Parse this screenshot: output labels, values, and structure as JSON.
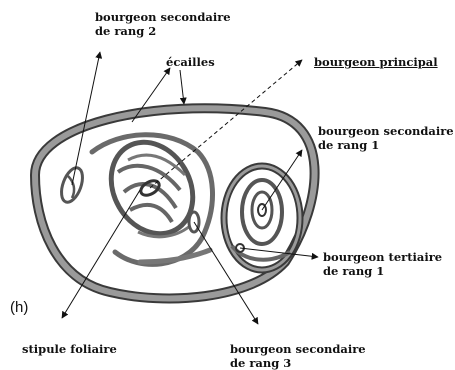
{
  "figure": {
    "panel_letter": "(h)",
    "labels": {
      "secondary_bud_rank2": [
        "bourgeon secondaire",
        "de rang  2"
      ],
      "scales": "écailles",
      "main_bud": "bourgeon principal",
      "secondary_bud_rank1": [
        "bourgeon secondaire",
        "de rang  1"
      ],
      "tertiary_bud_rank1": [
        "bourgeon  tertiaire",
        "de rang 1"
      ],
      "leaf_stipule": "stipule foliaire",
      "secondary_bud_rank3": [
        "bourgeon secondaire",
        "de rang  3"
      ]
    }
  },
  "colors": {
    "tissue_fill": "#8a8a8a",
    "tissue_stroke": "#3a3a3a",
    "line": "#111111"
  }
}
